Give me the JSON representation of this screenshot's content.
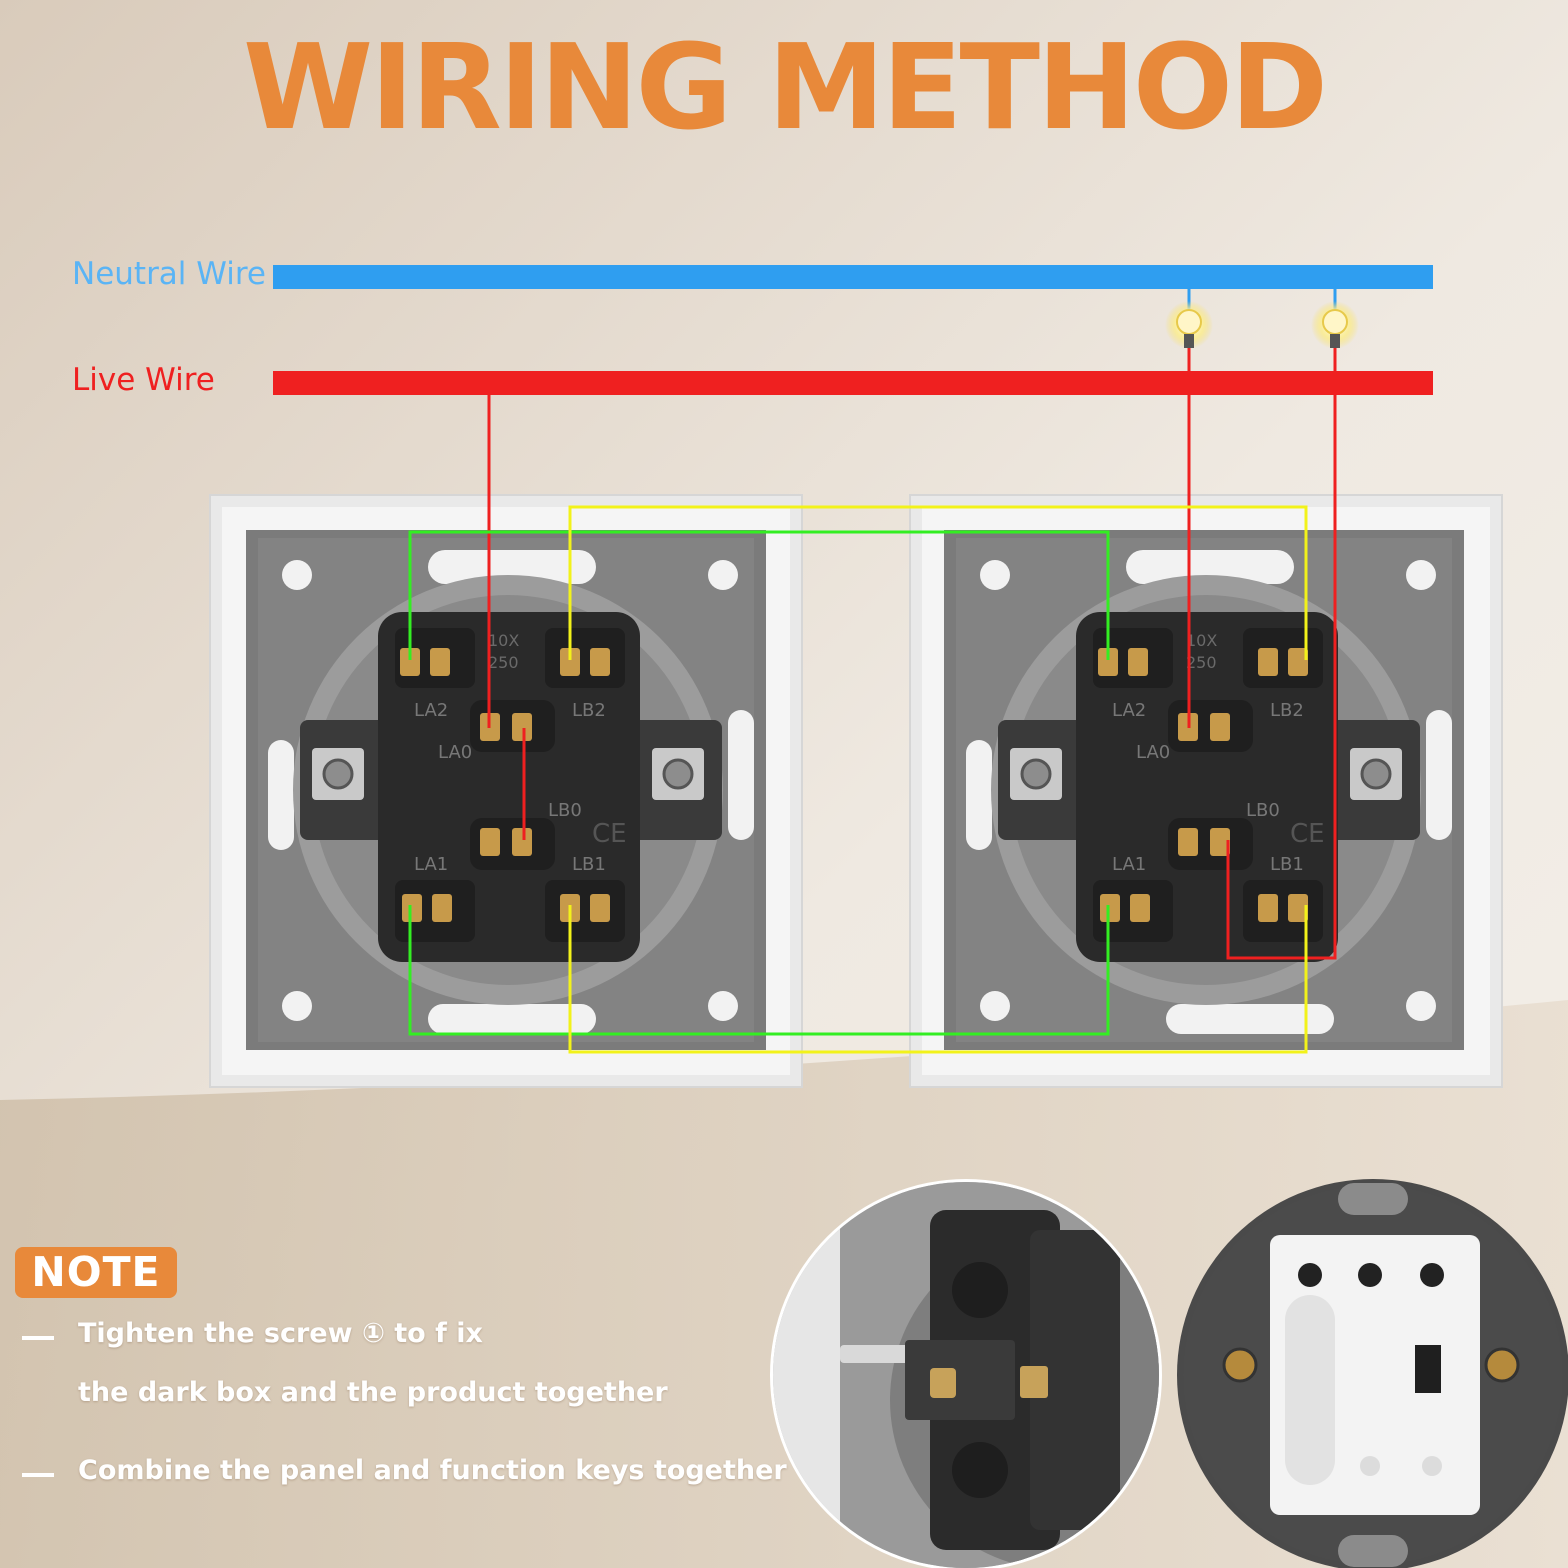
{
  "title": "WIRING METHOD",
  "wires": {
    "neutral_label": "Neutral Wire",
    "live_label": "Live Wire"
  },
  "terminals": {
    "la2": "LA2",
    "lb2": "LB2",
    "la0": "LA0",
    "lb0": "LB0",
    "la1": "LA1",
    "lb1": "LB1",
    "rating_top": "10X",
    "rating_bottom": "250",
    "ce_mark": "CE"
  },
  "note": {
    "badge": "NOTE",
    "line1": "Tighten the screw ① to f ix",
    "line2": "the dark box and the product together",
    "line3": "Combine the panel and function keys together"
  },
  "colors": {
    "title": "#e8893a",
    "neutral": "#2f9ef0",
    "neutral_label": "#5ab4f5",
    "live": "#ef2020",
    "green_wire": "#33ee22",
    "yellow_wire": "#f2f21a",
    "note_badge": "#e8893a",
    "panel_frame": "#f4f4f4",
    "plate": "#7b7b7b",
    "switch_body": "#2a2a2a"
  }
}
